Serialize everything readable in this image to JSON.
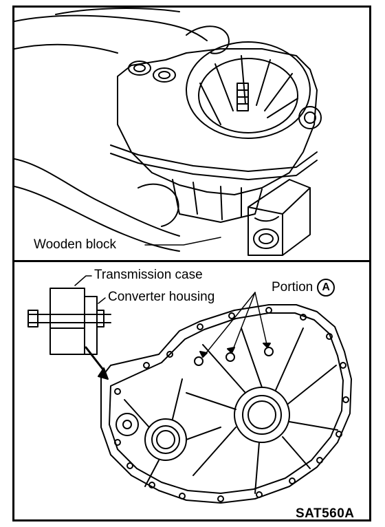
{
  "figure": {
    "top_panel": {
      "label_wooden_block": "Wooden block"
    },
    "bottom_panel": {
      "label_transmission_case": "Transmission case",
      "label_converter_housing": "Converter housing",
      "label_portion": "Portion",
      "label_portion_marker": "A"
    },
    "figure_code": "SAT560A"
  },
  "colors": {
    "ink": "#000000",
    "paper": "#ffffff"
  }
}
